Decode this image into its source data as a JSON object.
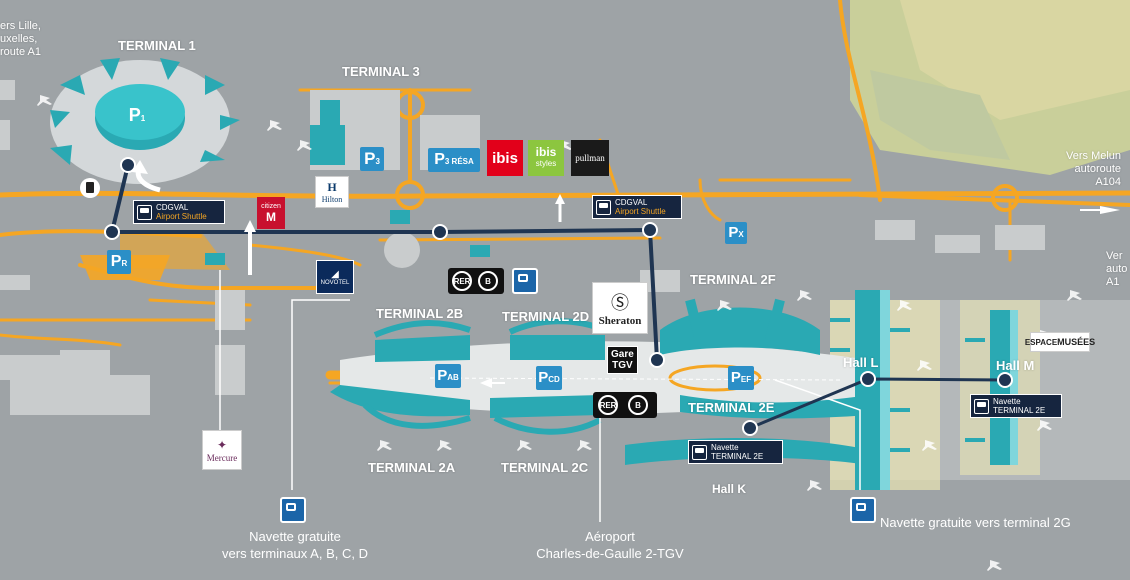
{
  "map": {
    "terminals": {
      "t1": "TERMINAL 1",
      "t3": "TERMINAL 3",
      "t2f": "TERMINAL 2F",
      "t2b": "TERMINAL 2B",
      "t2d": "TERMINAL 2D",
      "t2e": "TERMINAL 2E",
      "t2a": "TERMINAL 2A",
      "t2c": "TERMINAL 2C"
    },
    "halls": {
      "hall_l": "Hall L",
      "hall_m": "Hall M",
      "hall_k": "Hall K"
    },
    "roads": {
      "lille": "ers Lille,",
      "bruxelles": "uxelles,",
      "route_a1": "route A1",
      "melun": "Vers Melun",
      "autoroute": "autoroute",
      "a104": "A104",
      "vers_r1": "Ver",
      "vers_r2": "auto",
      "vers_r3": "A1"
    },
    "parking": {
      "p1": "P",
      "p1_sub": "1",
      "p3": "P",
      "p3_sub": "3",
      "p3_resa": "P",
      "p3_resa_sub": "3 RÉSA",
      "pr": "P",
      "pr_sub": "R",
      "px": "P",
      "px_sub": "X",
      "pab": "P",
      "pab_sub": "AB",
      "pcd": "P",
      "pcd_sub": "CD",
      "pef": "P",
      "pef_sub": "EF"
    },
    "signs": {
      "cdgval": "CDGVAL",
      "airport_shuttle": "Airport Shuttle",
      "navette": "Navette",
      "terminal_2e": "TERMINAL 2E",
      "rer": "RER",
      "b": "B",
      "gare_line1": "Gare",
      "gare_line2": "TGV"
    },
    "hotels": {
      "hilton": "Hilton",
      "citizen": "citizen",
      "novotel": "NOVOTEL",
      "ibis": "ibis",
      "ibis_styles_1": "ibis",
      "ibis_styles_2": "styles",
      "pullman": "pullman",
      "sheraton": "Sheraton",
      "mercure": "Mercure",
      "espace_musees_1": "ESPACE",
      "espace_musees_2": "MUSÉES"
    },
    "captions": {
      "navette_abcd_1": "Navette gratuite",
      "navette_abcd_2": "vers terminaux A, B, C, D",
      "aeroport_1": "Aéroport",
      "aeroport_2": "Charles-de-Gaulle 2-TGV",
      "navette_2g": "Navette gratuite vers terminal 2G"
    }
  },
  "colors": {
    "ground": "#9ea3a6",
    "road": "#f5a623",
    "terminal": "#2aa9b3",
    "shuttle_line": "#1f3552",
    "parking": "#2b8fc7",
    "sign": "#16253f"
  }
}
